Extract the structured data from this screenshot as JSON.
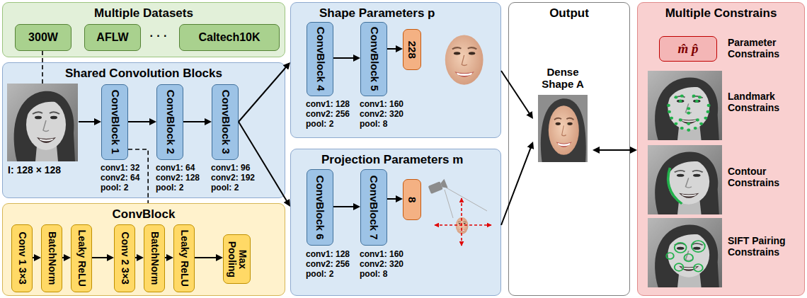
{
  "diagram": {
    "nodes": [
      {
        "text": [
          "Multiple Datasets"
        ]
      },
      {
        "text": [
          "300W"
        ],
        "in": 0
      },
      {
        "text": [
          "AFLW"
        ],
        "in": 0
      },
      {
        "text": [
          "Caltech10K"
        ],
        "in": 0
      },
      {
        "text": [
          "Shared Convolution Blocks"
        ]
      },
      {
        "text": [
          "I: 128 × 128"
        ],
        "in": 4
      },
      {
        "text": [
          "ConvBlock 1"
        ],
        "in": 4
      },
      {
        "text": [
          "ConvBlock 2"
        ],
        "in": 4
      },
      {
        "text": [
          "ConvBlock 3"
        ],
        "in": 4
      },
      {
        "text": [
          "ConvBlock"
        ]
      },
      {
        "text": [
          "Conv 1 3×3"
        ],
        "in": 9
      },
      {
        "text": [
          "BatchNorm"
        ],
        "in": 9
      },
      {
        "text": [
          "Leaky ReLU"
        ],
        "in": 9
      },
      {
        "text": [
          "Conv 2 3×3"
        ],
        "in": 9
      },
      {
        "text": [
          "BatchNorm"
        ],
        "in": 9
      },
      {
        "text": [
          "Leaky ReLU"
        ],
        "in": 9
      },
      {
        "text": [
          "Max Pooling"
        ],
        "in": 9
      },
      {
        "text": [
          "Shape Parameters p"
        ]
      },
      {
        "text": [
          "ConvBlock 4"
        ],
        "in": 17
      },
      {
        "text": [
          "ConvBlock 5"
        ],
        "in": 17
      },
      {
        "text": [
          "228"
        ],
        "in": 17
      },
      {
        "text": [
          "Projection Parameters m"
        ]
      },
      {
        "text": [
          "ConvBlock 6"
        ],
        "in": 21
      },
      {
        "text": [
          "ConvBlock 7"
        ],
        "in": 21
      },
      {
        "text": [
          "8"
        ],
        "in": 21
      },
      {
        "text": [
          "Output"
        ]
      },
      {
        "text": [
          "Dense Shape A"
        ],
        "in": 25
      },
      {
        "text": [
          "Multiple Constrains"
        ]
      },
      {
        "text": [
          "m̂ p̂"
        ],
        "in": 27
      }
    ],
    "edges": [
      {
        "from": 1,
        "to": 5,
        "arrow": "none"
      },
      {
        "from": 5,
        "to": 6,
        "arrow": "to"
      },
      {
        "from": 6,
        "to": 7,
        "arrow": "to"
      },
      {
        "from": 7,
        "to": 8,
        "arrow": "to"
      },
      {
        "from": 8,
        "to": 17,
        "arrow": "to"
      },
      {
        "from": 8,
        "to": 21,
        "arrow": "to"
      },
      {
        "from": 6,
        "to": 9,
        "arrow": "none"
      },
      {
        "from": 10,
        "to": 11,
        "arrow": "to"
      },
      {
        "from": 11,
        "to": 12,
        "arrow": "to"
      },
      {
        "from": 12,
        "to": 13,
        "arrow": "to"
      },
      {
        "from": 13,
        "to": 14,
        "arrow": "to"
      },
      {
        "from": 14,
        "to": 15,
        "arrow": "to"
      },
      {
        "from": 15,
        "to": 16,
        "arrow": "to"
      },
      {
        "from": 18,
        "to": 19,
        "arrow": "to"
      },
      {
        "from": 19,
        "to": 20,
        "arrow": "to"
      },
      {
        "from": 22,
        "to": 23,
        "arrow": "to"
      },
      {
        "from": 23,
        "to": 24,
        "arrow": "to"
      },
      {
        "from": 17,
        "to": 26,
        "arrow": "to"
      },
      {
        "from": 21,
        "to": 26,
        "arrow": "to"
      },
      {
        "from": 26,
        "to": 27,
        "arrow": "both"
      }
    ],
    "labels": [
      "· · ·",
      "conv1: 32",
      "conv2: 64",
      "pool: 2",
      "conv1: 64",
      "conv2: 128",
      "pool: 2",
      "conv1: 96",
      "conv2: 192",
      "pool: 2",
      "conv1: 128",
      "conv2: 256",
      "pool: 2",
      "conv1: 160",
      "conv2: 320",
      "pool: 8",
      "conv1: 128",
      "conv2: 256",
      "pool: 2",
      "conv1: 160",
      "conv2: 320",
      "pool: 8",
      "Parameter Constrains",
      "Landmark Constrains",
      "Contour Constrains",
      "SIFT Pairing Constrains"
    ]
  }
}
